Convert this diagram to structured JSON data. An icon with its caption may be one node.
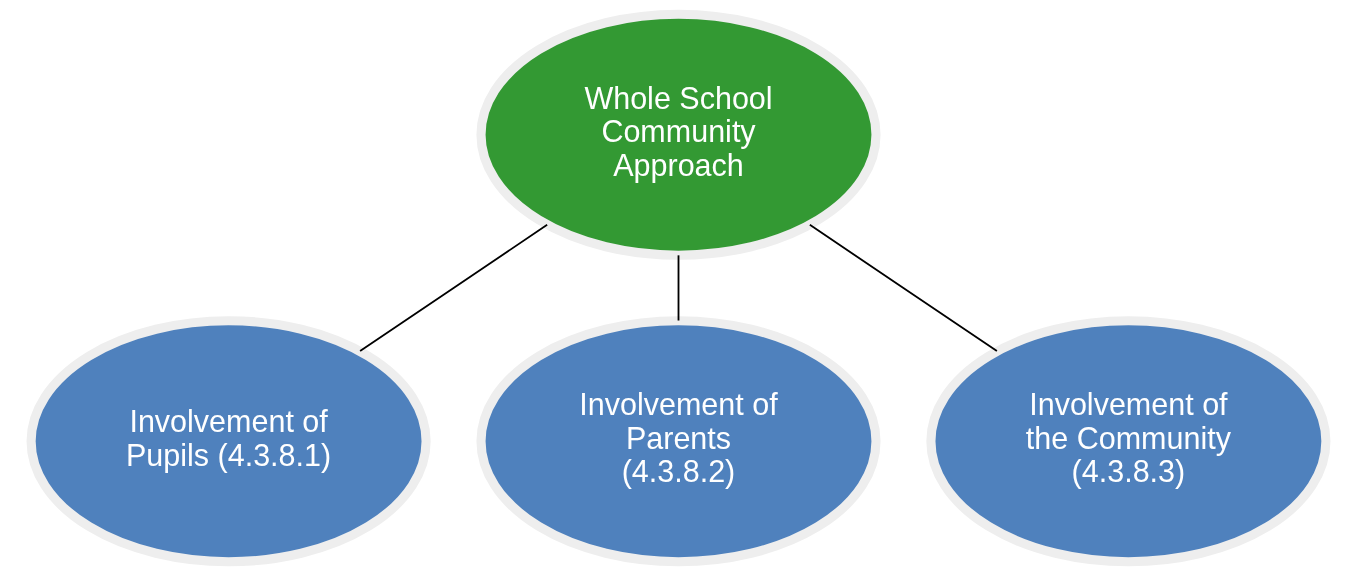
{
  "diagram": {
    "nodes": [
      {
        "text": [
          "Whole School Community Approach"
        ]
      },
      {
        "text": [
          "Involvement of Pupils (4.3.8.1)"
        ]
      },
      {
        "text": [
          "Involvement of Parents (4.3.8.2)"
        ]
      },
      {
        "text": [
          "Involvement of the Community (4.3.8.3)"
        ]
      }
    ],
    "edges": [
      {
        "from": 0,
        "to": 1,
        "arrow": "none"
      },
      {
        "from": 0,
        "to": 2,
        "arrow": "none"
      },
      {
        "from": 0,
        "to": 3,
        "arrow": "none"
      }
    ]
  }
}
